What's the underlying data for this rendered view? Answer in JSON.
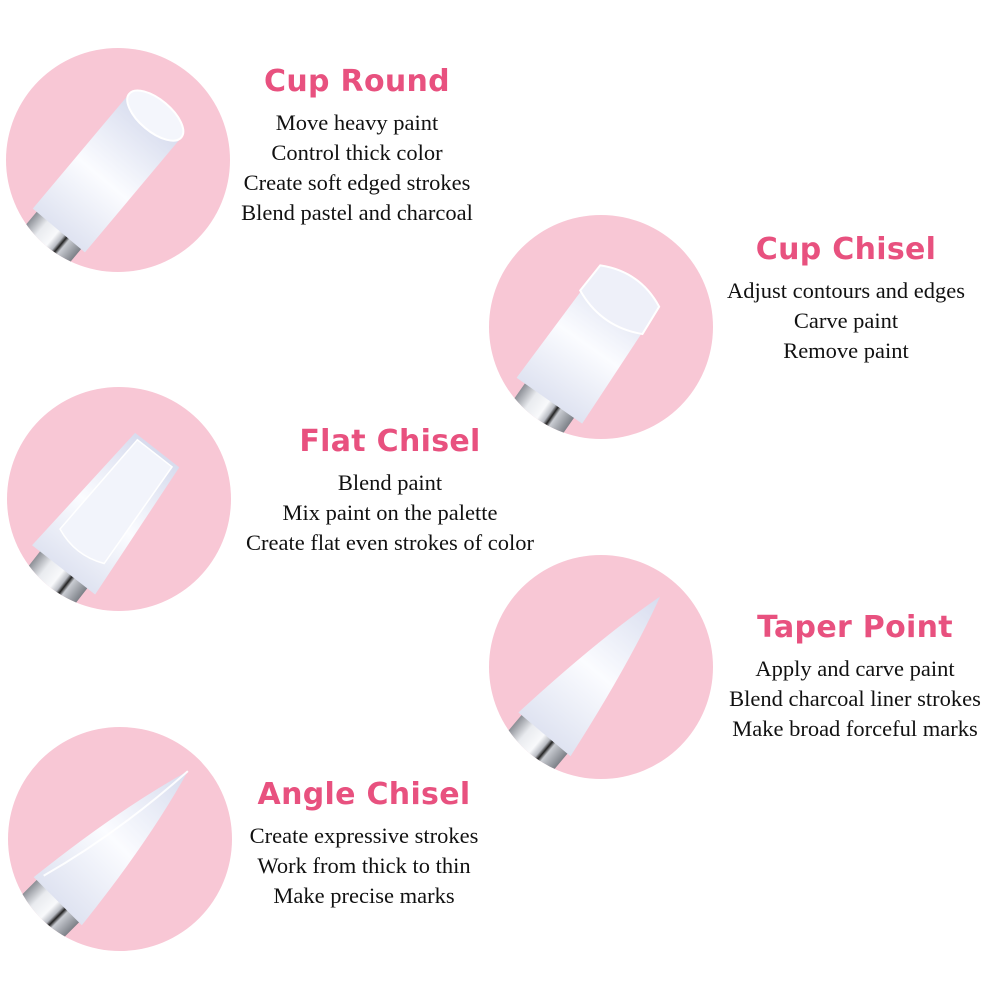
{
  "colors": {
    "circle": "#f8c7d5",
    "title": "#e8517f",
    "text": "#111111",
    "background": "#ffffff"
  },
  "brushes": [
    {
      "name": "Cup Round",
      "tip_shape": "cup-round",
      "lines": [
        "Move heavy paint",
        "Control thick color",
        "Create soft edged strokes",
        "Blend pastel and charcoal"
      ]
    },
    {
      "name": "Cup Chisel",
      "tip_shape": "cup-chisel",
      "lines": [
        "Adjust contours and edges",
        "Carve paint",
        "Remove paint"
      ]
    },
    {
      "name": "Flat Chisel",
      "tip_shape": "flat-chisel",
      "lines": [
        "Blend paint",
        "Mix paint on the palette",
        "Create flat even strokes of color"
      ]
    },
    {
      "name": "Taper Point",
      "tip_shape": "taper-point",
      "lines": [
        "Apply and carve paint",
        "Blend charcoal liner strokes",
        "Make broad forceful marks"
      ]
    },
    {
      "name": "Angle Chisel",
      "tip_shape": "angle-chisel",
      "lines": [
        "Create expressive strokes",
        "Work from thick to thin",
        "Make precise marks"
      ]
    }
  ]
}
